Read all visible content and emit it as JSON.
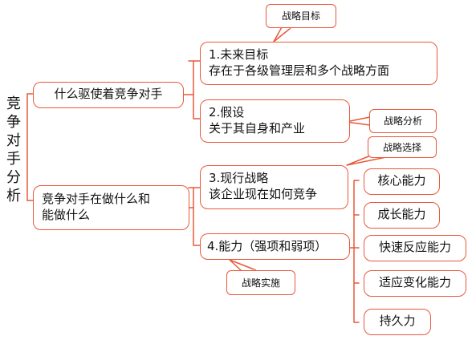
{
  "title": "竞争对手分析",
  "branches": [
    {
      "label_lines": [
        "什么驱使着竞争对手"
      ],
      "children": [
        {
          "lines": [
            "1.未来目标",
            "存在于各级管理层和多个战略方面"
          ],
          "tag": "战略目标"
        },
        {
          "lines": [
            "2.假设",
            "关于其自身和产业"
          ],
          "tag": "战略分析"
        }
      ]
    },
    {
      "label_lines": [
        "竞争对手在做什么和",
        "能做什么"
      ],
      "children": [
        {
          "lines": [
            "3.现行战略",
            "该企业现在如何竞争"
          ],
          "tag": "战略选择"
        },
        {
          "lines": [
            "4.能力（强项和弱项）"
          ],
          "tag": "战略实施"
        }
      ]
    }
  ],
  "capabilities": [
    "核心能力",
    "成长能力",
    "快速反应能力",
    "适应变化能力",
    "持久力"
  ],
  "colors": {
    "accent": "#E8593A",
    "text": "#111111"
  }
}
